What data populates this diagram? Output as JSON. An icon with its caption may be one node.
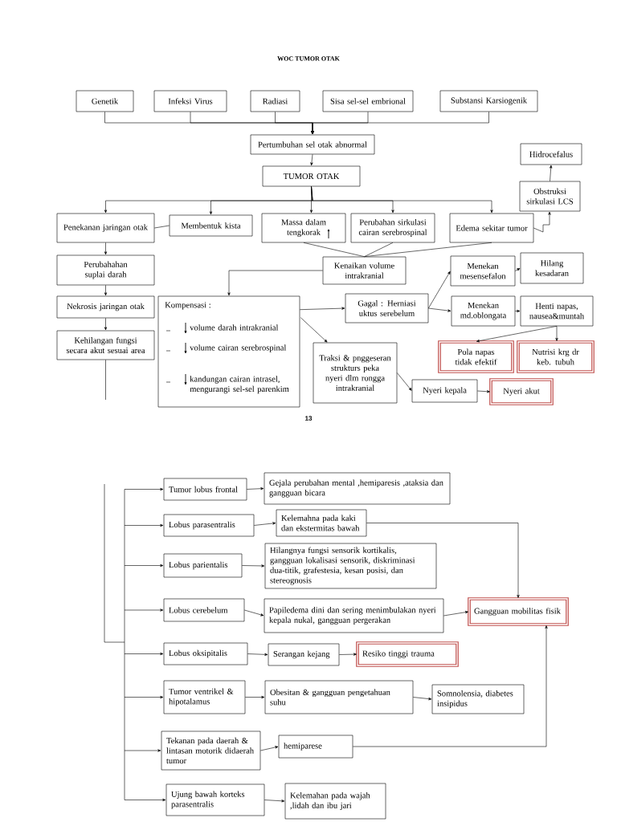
{
  "diagram": {
    "title": "WOC TUMOR OTAK",
    "nodes": [
      {
        "text": [
          "Genetik"
        ]
      },
      {
        "text": [
          "Infeksi Virus"
        ]
      },
      {
        "text": [
          "Radiasi"
        ]
      },
      {
        "text": [
          "Sisa sel-sel embrional"
        ]
      },
      {
        "text": [
          "Substansi Karsiogenik"
        ]
      },
      {
        "text": [
          "Pertumbuhan sel otak abnormal"
        ]
      },
      {
        "text": [
          "TUMOR OTAK"
        ]
      },
      {
        "text": [
          "Penekanan jaringan otak"
        ]
      },
      {
        "text": [
          "Membentuk kista"
        ]
      },
      {
        "text": [
          "Massa dalam tengkorak"
        ]
      },
      {
        "text": [
          "Perubahan sirkulasi cairan serebrospinal"
        ]
      },
      {
        "text": [
          "Edema sekitar tumor"
        ]
      },
      {
        "text": [
          "Obstruksi sirkulasi LCS"
        ]
      },
      {
        "text": [
          "Hidrocefalus"
        ]
      },
      {
        "text": [
          "Kenaikan volume intrakranial"
        ]
      },
      {
        "text": [
          "Perubahahan suplai darah"
        ]
      },
      {
        "text": [
          "Nekrosis jaringan otak"
        ]
      },
      {
        "text": [
          "Kehilangan fungsi secara akut sesuai area"
        ]
      },
      {
        "text": [
          "Kompensasi :",
          "volume darah intrakranial",
          "volume cairan serebrospinal",
          "kandungan cairan intrasel, mengurangi sel-sel parenkim"
        ]
      },
      {
        "text": [
          "Gagal : Herniasi uktus serebelum"
        ]
      },
      {
        "text": [
          "Traksi & pnggeseran strukturs peka nyeri dlm rongga intrakranial"
        ]
      },
      {
        "text": [
          "Menekan mesensefalon"
        ]
      },
      {
        "text": [
          "Hilang kesadaran"
        ]
      },
      {
        "text": [
          "Menekan md.oblongata"
        ]
      },
      {
        "text": [
          "Henti napas, nausea&muntah"
        ]
      },
      {
        "text": [
          "Pola napas tidak efektif"
        ]
      },
      {
        "text": [
          "Nutrisi krg dr keb. tubuh"
        ]
      },
      {
        "text": [
          "Nyeri kepala"
        ]
      },
      {
        "text": [
          "Nyeri akut"
        ]
      },
      {
        "text": [
          "Tumor lobus frontal"
        ]
      },
      {
        "text": [
          "Gejala perubahan mental ,hemiparesis ,ataksia dan gangguan bicara"
        ]
      },
      {
        "text": [
          "Lobus parasentralis"
        ]
      },
      {
        "text": [
          "Kelemahna pada kaki dan ekstermitas bawah"
        ]
      },
      {
        "text": [
          "Lobus parientalis"
        ]
      },
      {
        "text": [
          "Hilangnya fungsi sensorik kortikalis, gangguan lokalisasi sensorik, diskriminasi dua-titik, grafestesia, kesan posisi, dan stereognosis"
        ]
      },
      {
        "text": [
          "Lobus cerebelum"
        ]
      },
      {
        "text": [
          "Papiledema dini dan sering menimbulakan nyeri kepala nukal, gangguan pergerakan"
        ]
      },
      {
        "text": [
          "Gangguan mobilitas fisik"
        ]
      },
      {
        "text": [
          "Lobus oksipitalis"
        ]
      },
      {
        "text": [
          "Serangan kejang"
        ]
      },
      {
        "text": [
          "Resiko tinggi trauma"
        ]
      },
      {
        "text": [
          "Tumor ventrikel & hipotalamus"
        ]
      },
      {
        "text": [
          "Obesitan & gangguan pengetahuan suhu"
        ]
      },
      {
        "text": [
          "Somnolensia, diabetes insipidus"
        ]
      },
      {
        "text": [
          "Tekanan pada daerah & lintasan motorik didaerah tumor"
        ]
      },
      {
        "text": [
          "hemiparese"
        ]
      },
      {
        "text": [
          "Ujung bawah korteks parasentralis"
        ]
      },
      {
        "text": [
          "Kelemahan pada wajah ,lidah dan ibu jari"
        ]
      }
    ],
    "edges": [
      {
        "from": 0,
        "to": 5,
        "arrow": "to"
      },
      {
        "from": 1,
        "to": 5,
        "arrow": "to"
      },
      {
        "from": 2,
        "to": 5,
        "arrow": "to"
      },
      {
        "from": 3,
        "to": 5,
        "arrow": "to"
      },
      {
        "from": 4,
        "to": 5,
        "arrow": "to"
      },
      {
        "from": 5,
        "to": 6,
        "arrow": "to"
      },
      {
        "from": 6,
        "to": 7,
        "arrow": "to"
      },
      {
        "from": 6,
        "to": 8,
        "arrow": "to"
      },
      {
        "from": 6,
        "to": 9,
        "arrow": "to"
      },
      {
        "from": 6,
        "to": 10,
        "arrow": "to"
      },
      {
        "from": 6,
        "to": 11,
        "arrow": "to"
      },
      {
        "from": 7,
        "to": 8,
        "arrow": "none"
      },
      {
        "from": 11,
        "to": 12,
        "arrow": "to"
      },
      {
        "from": 12,
        "to": 13,
        "arrow": "to"
      },
      {
        "from": 9,
        "to": 14,
        "arrow": "none"
      },
      {
        "from": 10,
        "to": 14,
        "arrow": "none"
      },
      {
        "from": 11,
        "to": 14,
        "arrow": "none"
      },
      {
        "from": 7,
        "to": 15,
        "arrow": "to"
      },
      {
        "from": 15,
        "to": 16,
        "arrow": "to"
      },
      {
        "from": 16,
        "to": 17,
        "arrow": "to"
      },
      {
        "from": 17,
        "to": null,
        "arrow": "none"
      },
      {
        "from": 14,
        "to": 18,
        "arrow": "to"
      },
      {
        "from": 18,
        "to": 19,
        "arrow": "to"
      },
      {
        "from": 18,
        "to": 20,
        "arrow": "to"
      },
      {
        "from": 19,
        "to": 21,
        "arrow": "to"
      },
      {
        "from": 19,
        "to": 23,
        "arrow": "to"
      },
      {
        "from": 21,
        "to": 22,
        "arrow": "to"
      },
      {
        "from": 23,
        "to": 24,
        "arrow": "to"
      },
      {
        "from": 24,
        "to": 25,
        "arrow": "to"
      },
      {
        "from": 24,
        "to": 26,
        "arrow": "to"
      },
      {
        "from": 20,
        "to": 27,
        "arrow": "to"
      },
      {
        "from": 27,
        "to": 28,
        "arrow": "to"
      },
      {
        "from": null,
        "to": 29,
        "arrow": "to"
      },
      {
        "from": null,
        "to": 31,
        "arrow": "to"
      },
      {
        "from": null,
        "to": 33,
        "arrow": "to"
      },
      {
        "from": null,
        "to": 35,
        "arrow": "to"
      },
      {
        "from": null,
        "to": 38,
        "arrow": "to"
      },
      {
        "from": null,
        "to": 41,
        "arrow": "to"
      },
      {
        "from": null,
        "to": 44,
        "arrow": "to"
      },
      {
        "from": null,
        "to": 46,
        "arrow": "to"
      },
      {
        "from": 29,
        "to": 30,
        "arrow": "to"
      },
      {
        "from": 31,
        "to": 32,
        "arrow": "to"
      },
      {
        "from": 33,
        "to": 34,
        "arrow": "to"
      },
      {
        "from": 35,
        "to": 36,
        "arrow": "to"
      },
      {
        "from": 36,
        "to": 37,
        "arrow": "to"
      },
      {
        "from": 32,
        "to": 37,
        "arrow": "to"
      },
      {
        "from": 38,
        "to": 39,
        "arrow": "to"
      },
      {
        "from": 39,
        "to": 40,
        "arrow": "to"
      },
      {
        "from": 41,
        "to": 42,
        "arrow": "to"
      },
      {
        "from": 42,
        "to": 43,
        "arrow": "to"
      },
      {
        "from": 44,
        "to": 45,
        "arrow": "to"
      },
      {
        "from": 45,
        "to": 37,
        "arrow": "to"
      },
      {
        "from": 46,
        "to": 47,
        "arrow": "to"
      }
    ],
    "labels": [
      "13"
    ]
  }
}
